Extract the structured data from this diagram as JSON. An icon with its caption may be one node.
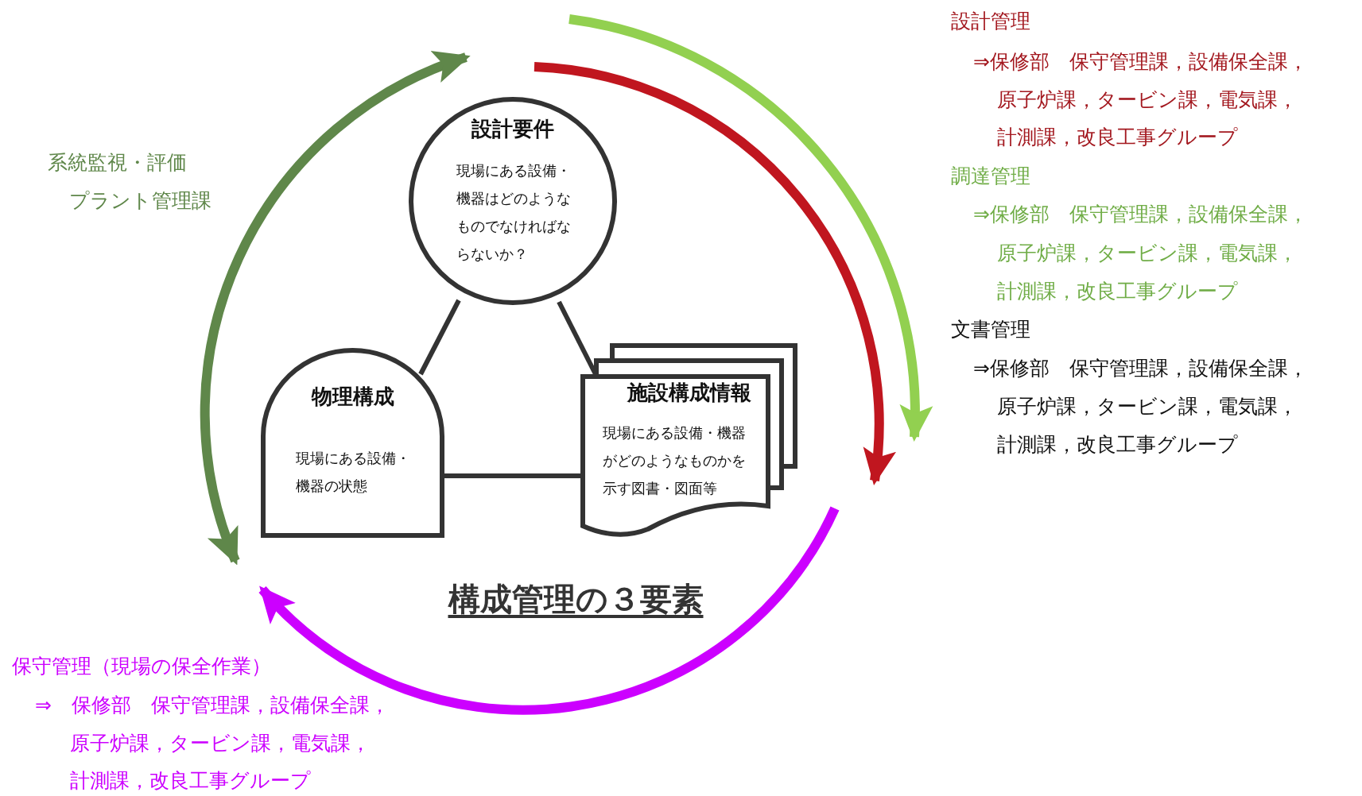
{
  "diagram": {
    "title": "構成管理の３要素",
    "nodes": [
      {
        "text": [
          "設計要件",
          "現場にある設備・機器はどのようなものでなければならないか？"
        ]
      },
      {
        "text": [
          "物理構成",
          "現場にある設備・機器の状態"
        ]
      },
      {
        "text": [
          "施設構成情報",
          "現場にある設備・機器がどのようなものかを示す図書・図面等"
        ]
      }
    ],
    "edges": [
      {
        "from": 0,
        "to": 1,
        "arrow": "none"
      },
      {
        "from": 0,
        "to": 2,
        "arrow": "none"
      },
      {
        "from": 1,
        "to": 2,
        "arrow": "none"
      },
      {
        "from": 1,
        "to": 0,
        "arrow": "both",
        "style": "thick",
        "color": "#5f874a"
      }
    ],
    "labels": [
      "系統監視・評価",
      "プラント管理課",
      "設計管理",
      "⇒保修部　保守管理課，設備保全課，",
      "原子炉課，タービン課，電気課，",
      "計測課，改良工事グループ",
      "調達管理",
      "⇒保修部　保守管理課，設備保全課，",
      "原子炉課，タービン課，電気課，",
      "計測課，改良工事グループ",
      "文書管理",
      "⇒保修部　保守管理課，設備保全課，",
      "原子炉課，タービン課，電気課，",
      "計測課，改良工事グループ",
      "保守管理（現場の保全作業）",
      "⇒　保修部　保守管理課，設備保全課，",
      "原子炉課，タービン課，電気課，",
      "計測課，改良工事グループ"
    ]
  }
}
